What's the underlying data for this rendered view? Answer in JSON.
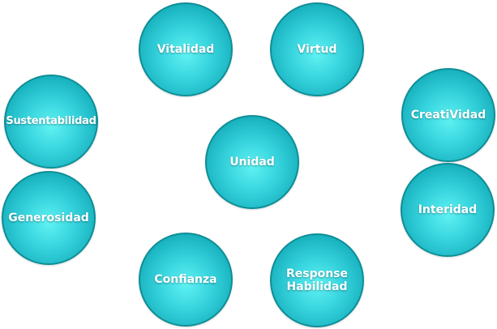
{
  "colors": {
    "circle_fill": "#37d4de",
    "circle_border": "#0e8e96",
    "text": "#ffffff",
    "background": "#ffffff"
  },
  "diagram": {
    "nodes": {
      "vitalidad": "Vitalidad",
      "virtud": "Virtud",
      "sustentabilidad": "Sustentabilidad",
      "creatividad": "CreatiVidad",
      "unidad": "Unidad",
      "generosidad": "Generosidad",
      "interidad": "Interidad",
      "confianza": "Confianza",
      "response_habilidad": "Response\nHabilidad"
    }
  }
}
